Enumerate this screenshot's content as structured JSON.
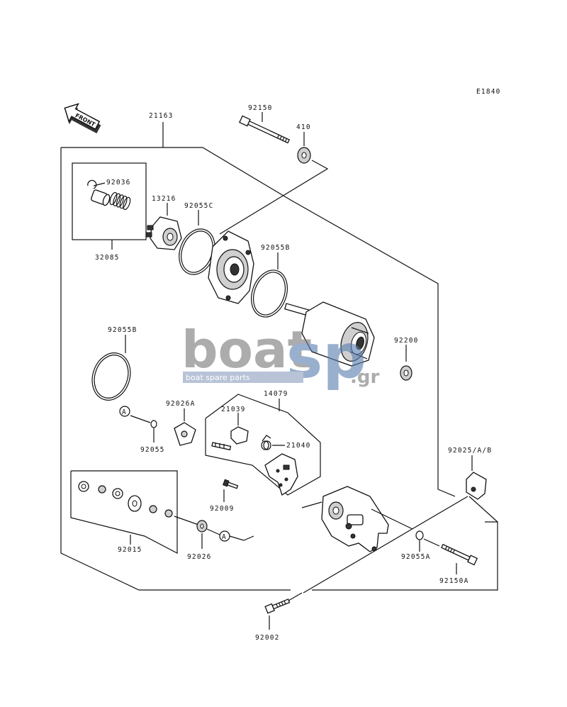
{
  "diagram": {
    "code": "E1840",
    "front_label": "FRONT",
    "callout_ref": "A",
    "parts": {
      "p21163": "21163",
      "p92150": "92150",
      "p410": "410",
      "p92036": "92036",
      "p13216": "13216",
      "p92055C": "92055C",
      "p32085": "32085",
      "p92055B": "92055B",
      "p92055Bb": "92055B",
      "p92200": "92200",
      "p92026A": "92026A",
      "p14079": "14079",
      "p21039": "21039",
      "p21040": "21040",
      "p92055": "92055",
      "p92025AB": "92025/A/B",
      "p92009": "92009",
      "p92015": "92015",
      "p92026": "92026",
      "p92055A": "92055A",
      "p92150A": "92150A",
      "p92002": "92002"
    }
  },
  "watermark": {
    "word_a": "boat",
    "word_b": "sp",
    "tld": ".gr",
    "tagline": "boat spare parts"
  }
}
